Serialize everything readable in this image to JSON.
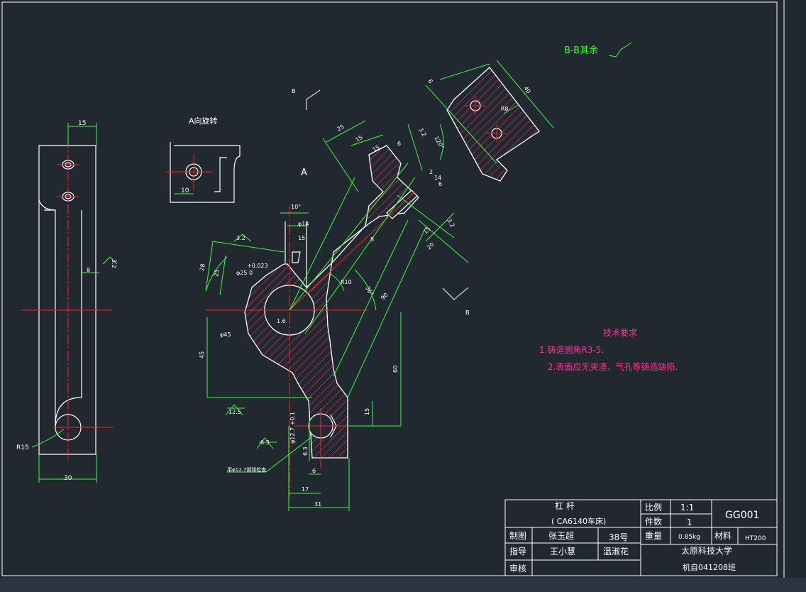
{
  "colors": {
    "background": "#212830",
    "border": "#ffffff",
    "dimension": "#33ff33",
    "centerline": "#ff2020",
    "hatch": "#ff3366",
    "text": "#ffffff",
    "note": "#ff3399"
  },
  "header": {
    "section_note": "B-B其余",
    "view_a_title": "A向旋转",
    "view_label_a": "A",
    "section_mark_b1": "B",
    "section_mark_b2": "B"
  },
  "dims": {
    "side_top_width": "15",
    "side_bottom_width": "30",
    "side_inner": "8",
    "side_roughness": "3.2",
    "side_radius": "R15",
    "av_width": "10",
    "angle_10": "10°",
    "phi14": "φ14",
    "d15a": "15",
    "d32a": "3.2",
    "d28": "28",
    "d25": "25",
    "tol": "+0.023",
    "phi25": "φ25  0",
    "d8": "8",
    "r10": "R10",
    "ang36": "36°",
    "d90": "90",
    "d16": "1.6",
    "phi45": "φ45",
    "d45": "45",
    "d60": "60",
    "d15b": "15",
    "d125": "12.5",
    "d63": "6.3",
    "phi127": "φ12.7 +0.1",
    "d63b": "6.3",
    "d6": "6",
    "d17": "17",
    "d31": "31",
    "drill_note": "用φ12.7钢球检查",
    "d25b": "25",
    "d15c": "15",
    "d15d": "15",
    "ang120": "120°",
    "d6b": "6",
    "d32b": "3.2",
    "d2": "2",
    "d14": "14",
    "d6c": "6",
    "d15e": "15",
    "d20": "20",
    "d32c": "3.2",
    "d40": "40",
    "r8": "R8"
  },
  "tech": {
    "title": "技术要求",
    "line1": "1.铸造圆角R3-5.",
    "line2": "2.表面应无夹渣、气孔等铸造缺陷."
  },
  "title_block": {
    "part_name": "杠    杆",
    "machine": "( CA6140车床)",
    "scale_label": "比例",
    "scale_value": "1:1",
    "qty_label": "件数",
    "qty_value": "1",
    "drawing_no": "GG001",
    "drawn_label": "制图",
    "drawn_name": "张玉超",
    "drawn_no": "38号",
    "weight_label": "重量",
    "weight_value": "0.85kg",
    "material_label": "材料",
    "material_value": "HT200",
    "guide_label": "指导",
    "guide_name": "王小慧",
    "guide_name2": "温淑花",
    "school": "太原科技大学",
    "review_label": "审核",
    "class": "机自041208班"
  }
}
